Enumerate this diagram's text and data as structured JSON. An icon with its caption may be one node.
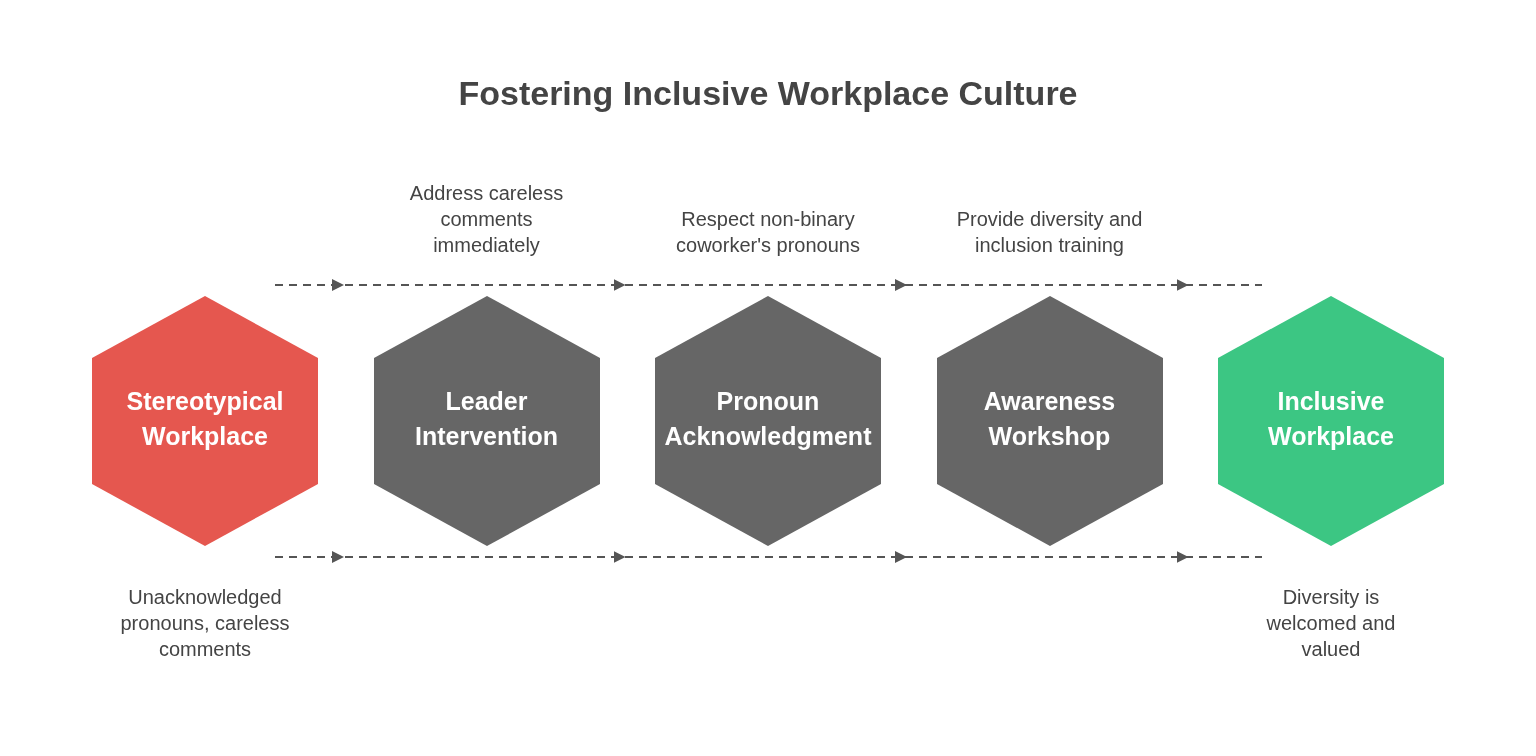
{
  "diagram": {
    "title": "Fostering Inclusive Workplace Culture",
    "nodes": [
      {
        "text": [
          "Stereotypical Workplace"
        ],
        "beside": [
          "Unacknowledged pronouns, careless comments"
        ]
      },
      {
        "text": [
          "Leader Intervention"
        ],
        "beside": [
          "Address careless comments immediately"
        ]
      },
      {
        "text": [
          "Pronoun Acknowledgment"
        ],
        "beside": [
          "Respect non-binary coworker's pronouns"
        ]
      },
      {
        "text": [
          "Awareness Workshop"
        ],
        "beside": [
          "Provide diversity and inclusion training"
        ]
      },
      {
        "text": [
          "Inclusive Workplace"
        ],
        "beside": [
          "Diversity is welcomed and valued"
        ]
      }
    ]
  }
}
